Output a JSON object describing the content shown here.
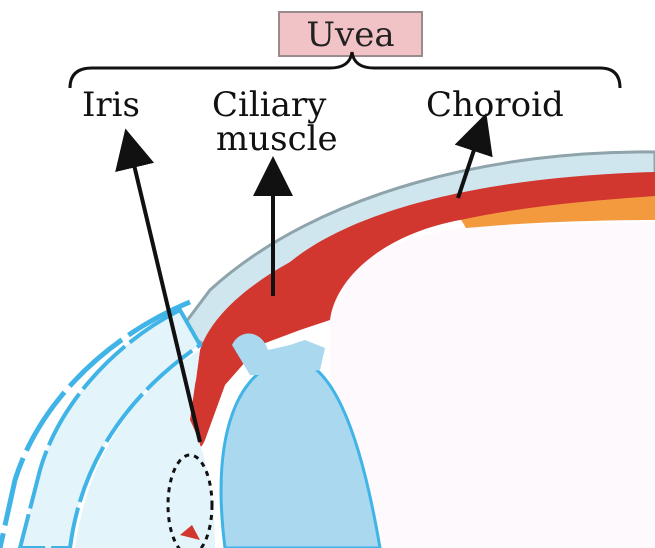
{
  "title": "Uvea",
  "labels": {
    "iris": "Iris",
    "ciliary_line1": "Ciliary",
    "ciliary_line2": "muscle",
    "choroid": "Choroid"
  },
  "colors": {
    "title_box_fill": "#f2c3c6",
    "title_box_stroke": "#9a8a8b",
    "sclera": "#cfe6ee",
    "sclera_edge": "#8fa3ab",
    "uvea_red": "#d1362f",
    "retina_orange": "#f39a3f",
    "vitreous": "#fdf9fc",
    "lens_blue": "#a9d8ef",
    "cornea_blue": "#40b4e6",
    "aqueous": "#e3f4fb",
    "arrow": "#111111"
  }
}
